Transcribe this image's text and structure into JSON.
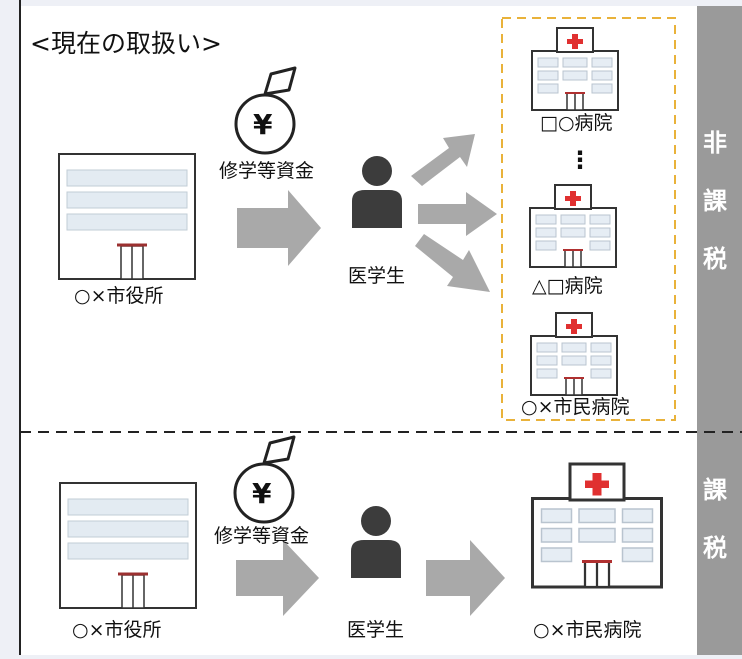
{
  "current": {
    "heading": "<現在の取扱い>",
    "funds_label": "修学等資金",
    "city_office_label": "○×市役所",
    "student_label": "医学生",
    "hospital_1": "□○病院",
    "ellipsis": "⋮",
    "hospital_2": "△□病院",
    "hospital_3": "○×市民病院",
    "tax_status": [
      "非",
      "課",
      "税"
    ]
  },
  "proposed": {
    "funds_label": "修学等資金",
    "city_office_label": "○×市役所",
    "student_label": "医学生",
    "hospital": "○×市民病院",
    "tax_status": [
      "課",
      "税"
    ]
  },
  "icons": {
    "yen_symbol": "¥"
  },
  "colors": {
    "background": "#eef0f6",
    "panel": "#ffffff",
    "side_bar": "#9a9a9a",
    "arrow": "#a9a9a9",
    "person": "#3c3c3c",
    "cross": "#e03030",
    "dashed_box": "#e9b23a"
  }
}
